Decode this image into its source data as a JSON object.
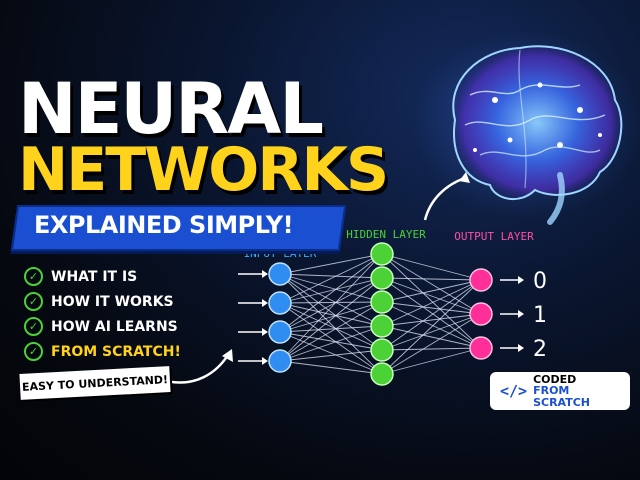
{
  "title": {
    "line1": "NEURAL",
    "line2": "NETWORKS",
    "banner": "EXPLAINED SIMPLY!"
  },
  "checklist": [
    {
      "label": "WHAT IT IS"
    },
    {
      "label": "HOW IT WORKS"
    },
    {
      "label": "HOW AI LEARNS"
    },
    {
      "label": "FROM SCRATCH!"
    }
  ],
  "sticker": "EASY TO UNDERSTAND!",
  "badge": {
    "icon": "</>",
    "line1": "CODED",
    "line2": "FROM SCRATCH"
  },
  "network": {
    "input_label": "INPUT LAYER",
    "hidden_label": "HIDDEN LAYER",
    "output_label": "OUTPUT LAYER",
    "input_count": 4,
    "hidden_count": 6,
    "outputs": [
      "0",
      "1",
      "2"
    ]
  },
  "colors": {
    "title_white": "#ffffff",
    "title_yellow": "#ffd21c",
    "banner_blue": "#1a4fd1",
    "check_green": "#4cd137",
    "input_node": "#2f8cf0",
    "hidden_node": "#4cd137",
    "output_node": "#ff2f9a",
    "input_label": "#3fa9ff",
    "hidden_label": "#4cd137",
    "output_label": "#ff4fa0"
  },
  "icons": [
    "brain-icon",
    "check-icon",
    "arrow-icon",
    "code-icon"
  ]
}
